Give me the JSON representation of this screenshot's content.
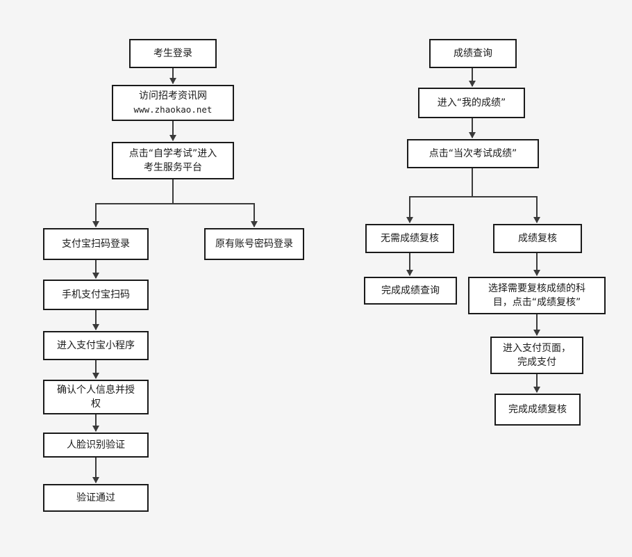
{
  "diagram": {
    "background_color": "#f5f5f5",
    "line_color": "#3a3a3a",
    "login_flow": {
      "exam_login": "考生登录",
      "visit_site": "访问招考资讯网",
      "visit_site_url": "www.zhaokao.net",
      "enter_platform": "点击“自学考试”进入\n考生服务平台",
      "alipay_login": "支付宝扫码登录",
      "account_login": "原有账号密码登录",
      "phone_scan": "手机支付宝扫码",
      "enter_miniprogram": "进入支付宝小程序",
      "confirm_info": "确认个人信息并授\n权",
      "face_recognition": "人脸识别验证",
      "verify_passed": "验证通过"
    },
    "score_flow": {
      "score_query": "成绩查询",
      "my_scores": "进入“我的成绩”",
      "current_scores": "点击“当次考试成绩”",
      "no_review": "无需成绩复核",
      "complete_query": "完成成绩查询",
      "score_review": "成绩复核",
      "select_subject": "选择需要复核成绩的科\n目，点击“成绩复核”",
      "payment_page": "进入支付页面，\n完成支付",
      "complete_review": "完成成绩复核"
    }
  }
}
